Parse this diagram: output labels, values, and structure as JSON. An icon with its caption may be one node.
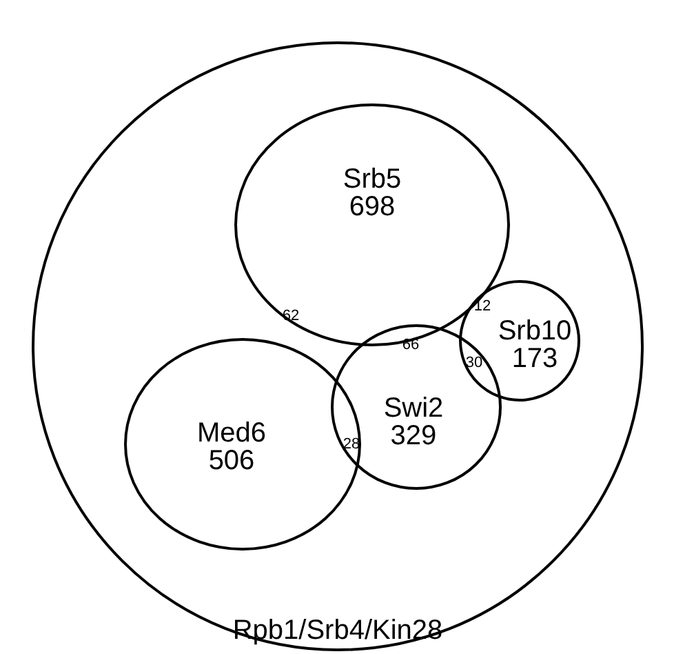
{
  "diagram": {
    "nodes": [
      {
        "text": [
          "Rpb1/Srb4/Kin28"
        ]
      },
      {
        "text": [
          "Srb5",
          "698"
        ],
        "in": 0
      },
      {
        "text": [
          "Med6",
          "506"
        ],
        "in": 0
      },
      {
        "text": [
          "Swi2",
          "329"
        ],
        "in": 0
      },
      {
        "text": [
          "Srb10",
          "173"
        ],
        "in": 0
      }
    ],
    "labels": [
      "12",
      "62",
      "66",
      "30",
      "28"
    ]
  }
}
